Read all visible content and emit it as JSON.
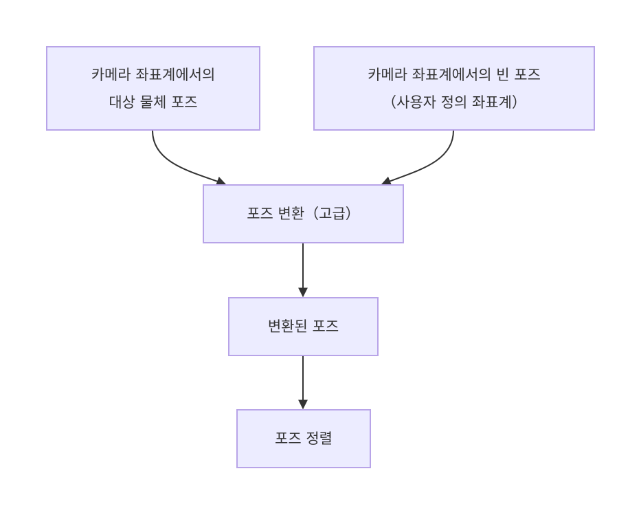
{
  "diagram": {
    "nodes": {
      "camera_object": {
        "lines": [
          "카메라 좌표계에서의",
          "대상 물체 포즈"
        ]
      },
      "camera_empty": {
        "lines": [
          "카메라 좌표계에서의 빈 포즈",
          "（사용자 정의 좌표계）"
        ]
      },
      "transform": {
        "lines": [
          "포즈 변환（고급）"
        ]
      },
      "transformed": {
        "lines": [
          "변환된 포즈"
        ]
      },
      "align": {
        "lines": [
          "포즈 정렬"
        ]
      }
    },
    "edges": [
      {
        "from": "camera_object",
        "to": "transform"
      },
      {
        "from": "camera_empty",
        "to": "transform"
      },
      {
        "from": "transform",
        "to": "transformed"
      },
      {
        "from": "transformed",
        "to": "align"
      }
    ],
    "colors": {
      "node_fill": "#ececff",
      "node_border": "#b8a4e8",
      "edge": "#333333",
      "text": "#333333"
    }
  }
}
